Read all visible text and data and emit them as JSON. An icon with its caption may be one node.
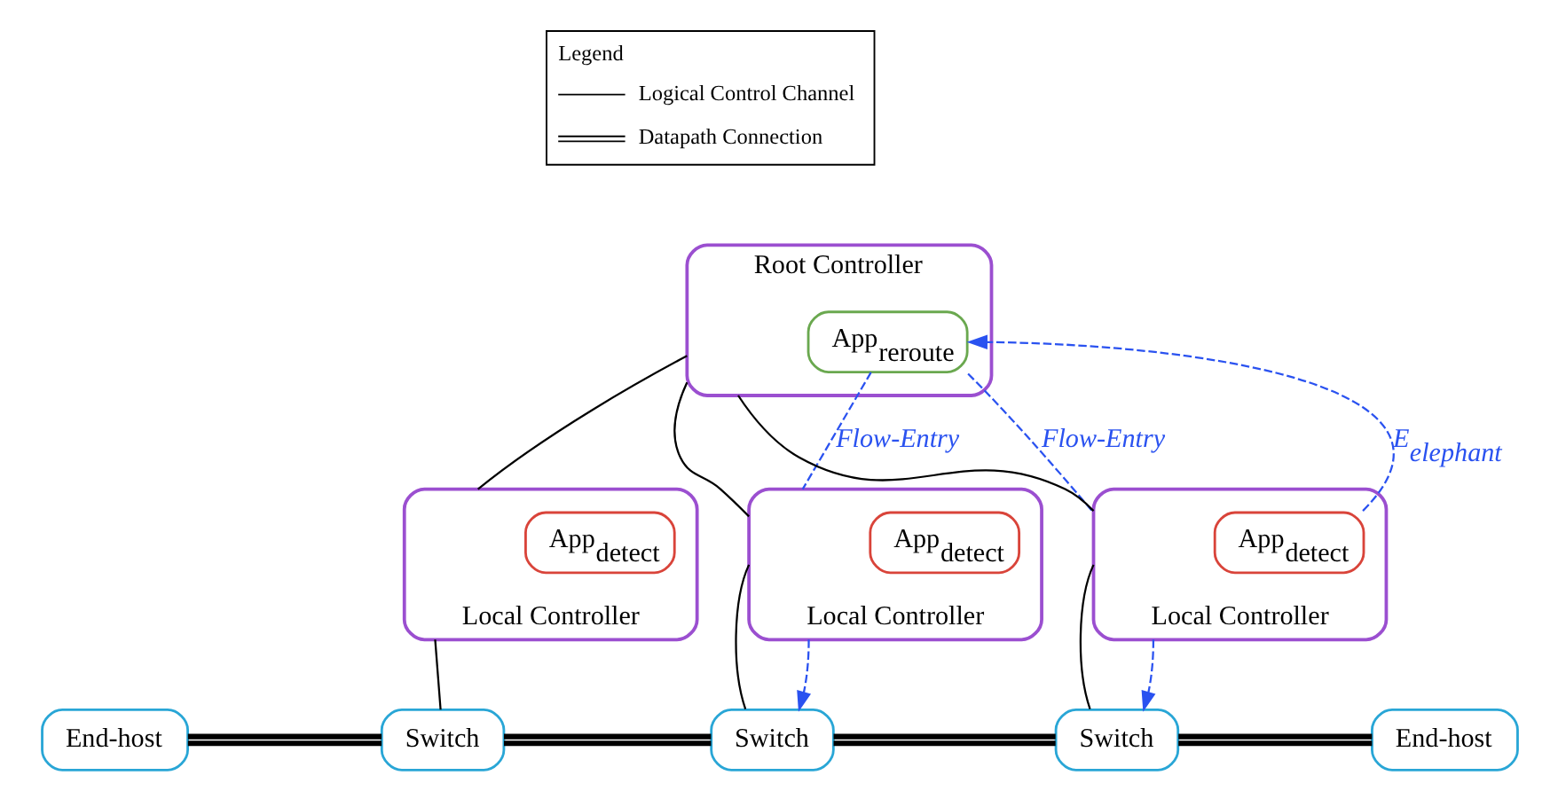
{
  "diagram": {
    "nodes": [
      {
        "text": [
          "Root Controller"
        ]
      },
      {
        "text": [
          "App$_{reroute}$"
        ],
        "in": 0
      },
      {
        "text": [
          "Local Controller"
        ]
      },
      {
        "text": [
          "App$_{detect}$"
        ],
        "in": 2
      },
      {
        "text": [
          "Local Controller"
        ]
      },
      {
        "text": [
          "App$_{detect}$"
        ],
        "in": 4
      },
      {
        "text": [
          "Local Controller"
        ]
      },
      {
        "text": [
          "App$_{detect}$"
        ],
        "in": 6
      },
      {
        "text": [
          "End-host"
        ]
      },
      {
        "text": [
          "Switch"
        ]
      },
      {
        "text": [
          "Switch"
        ]
      },
      {
        "text": [
          "Switch"
        ]
      },
      {
        "text": [
          "End-host"
        ]
      }
    ],
    "edges": [
      {
        "from": 0,
        "to": 2,
        "arrow": "none"
      },
      {
        "from": 0,
        "to": 4,
        "arrow": "none"
      },
      {
        "from": 0,
        "to": 6,
        "arrow": "none"
      },
      {
        "from": 2,
        "to": 9,
        "arrow": "none"
      },
      {
        "from": 4,
        "to": 10,
        "arrow": "none"
      },
      {
        "from": 6,
        "to": 11,
        "arrow": "none"
      },
      {
        "from": 8,
        "to": 9,
        "arrow": "none",
        "style": "thick"
      },
      {
        "from": 9,
        "to": 10,
        "arrow": "none",
        "style": "thick"
      },
      {
        "from": 10,
        "to": 11,
        "arrow": "none",
        "style": "thick"
      },
      {
        "from": 11,
        "to": 12,
        "arrow": "none",
        "style": "thick"
      },
      {
        "from": 1,
        "to": 4,
        "arrow": "none",
        "label": "Flow-Entry",
        "style": "dashed",
        "color": "#2a52f0"
      },
      {
        "from": 4,
        "to": 10,
        "arrow": "to",
        "style": "dashed",
        "color": "#2a52f0"
      },
      {
        "from": 1,
        "to": 6,
        "arrow": "none",
        "label": "Flow-Entry",
        "style": "dashed",
        "color": "#2a52f0"
      },
      {
        "from": 6,
        "to": 11,
        "arrow": "to",
        "style": "dashed",
        "color": "#2a52f0"
      },
      {
        "from": 7,
        "to": 1,
        "arrow": "to",
        "label": "E$_{elephant}$",
        "style": "dashed",
        "color": "#2a52f0"
      }
    ],
    "labels": [
      "Legend"
    ],
    "legend": [
      {
        "text": "Logical Control Channel"
      },
      {
        "text": "Datapath Connection"
      }
    ]
  }
}
